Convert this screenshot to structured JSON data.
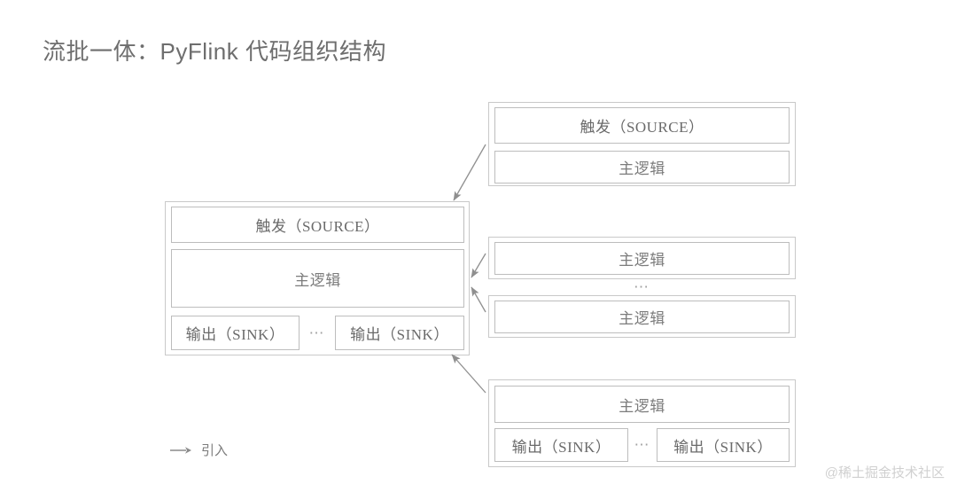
{
  "page": {
    "title": "流批一体：PyFlink 代码组织结构",
    "background_color": "#ffffff",
    "box_border_color": "#c9c9c9",
    "text_color": "#7c7c7c",
    "title_color": "#6e6e6e"
  },
  "diagram": {
    "main_job": {
      "name": "主作业",
      "rows": [
        {
          "label": "触发（SOURCE）"
        },
        {
          "label": "主逻辑"
        }
      ],
      "sinks": {
        "left_label": "输出（SINK）",
        "ellipsis": "⋯",
        "right_label": "输出（SINK）"
      }
    },
    "module_source": {
      "name": "source-module",
      "rows": [
        {
          "label": "触发（SOURCE）"
        },
        {
          "label": "主逻辑"
        }
      ]
    },
    "module_logic": {
      "name": "logic-modules",
      "top_label": "主逻辑",
      "ellipsis": "⋯",
      "bottom_label": "主逻辑"
    },
    "module_sink": {
      "name": "sink-module",
      "top_label": "主逻辑",
      "sinks": {
        "left_label": "输出（SINK）",
        "ellipsis": "⋯",
        "right_label": "输出（SINK）"
      }
    },
    "arrows": [
      {
        "name": "arrow-source-to-main",
        "from": "module_source",
        "to": "main_job"
      },
      {
        "name": "arrow-logic-top-to-main",
        "from": "module_logic_top",
        "to": "main_job"
      },
      {
        "name": "arrow-logic-bottom-to-main",
        "from": "module_logic_bottom",
        "to": "main_job"
      },
      {
        "name": "arrow-sink-to-main",
        "from": "module_sink",
        "to": "main_job"
      }
    ]
  },
  "legend": {
    "arrow_glyph": "→",
    "label": "引入"
  },
  "watermark": {
    "text": "@稀土掘金技术社区"
  }
}
